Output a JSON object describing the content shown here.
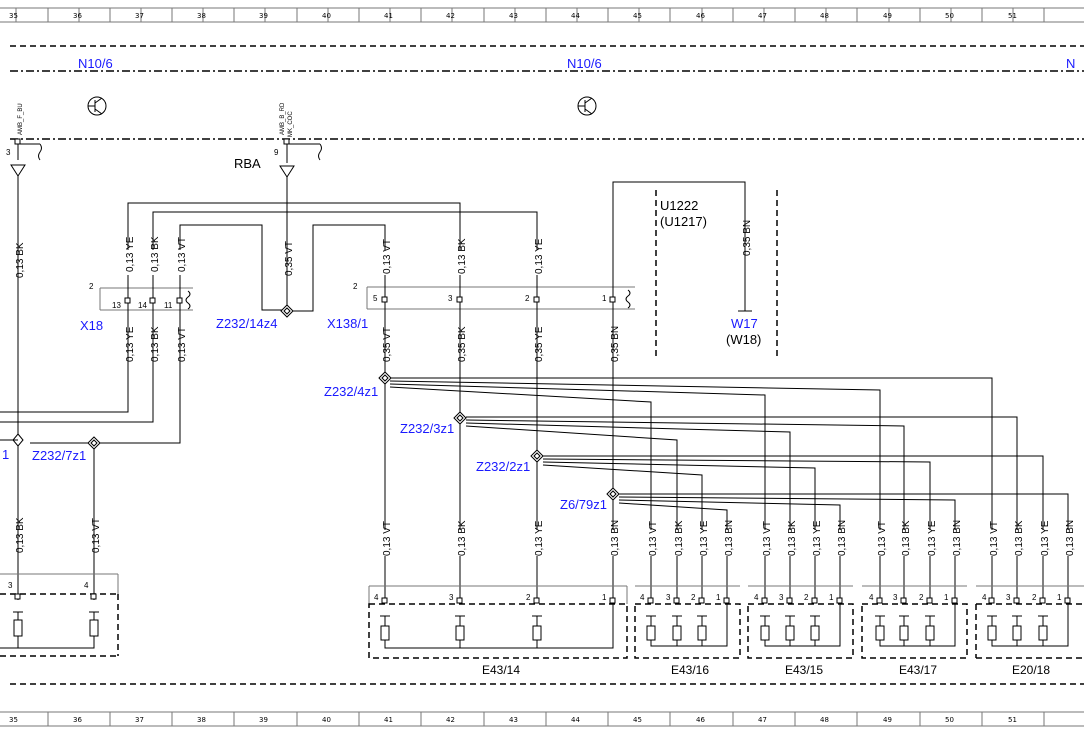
{
  "ruler": {
    "numbers": [
      "35",
      "36",
      "37",
      "38",
      "39",
      "40",
      "41",
      "42",
      "43",
      "44",
      "45",
      "46",
      "47",
      "48",
      "49",
      "50",
      "51"
    ]
  },
  "modules": {
    "left": "N10/6",
    "mid": "N10/6",
    "right_partial": "N"
  },
  "upper_tiny": {
    "amb_f_bu": "AMB_F_BU",
    "amb_b_rd": "AMB_B_RD",
    "mk_coc": "MK_COC",
    "pin3": "3",
    "pin9": "9"
  },
  "rba": "RBA",
  "u_labels": {
    "u1222": "U1222",
    "u1217": "(U1217)"
  },
  "w_labels": {
    "w17": "W17",
    "w18": "(W18)"
  },
  "connectors": {
    "x18": "X18",
    "x138": "X138/1",
    "x18_num": "2",
    "x138_num": "2"
  },
  "splices": {
    "z232_14z4": "Z232/14z4",
    "z232_7z1": "Z232/7z1",
    "z232_4z1": "Z232/4z1",
    "z232_3z1": "Z232/3z1",
    "z232_2z1": "Z232/2z1",
    "z6_79z1": "Z6/79z1",
    "left_cut": "1"
  },
  "wires": {
    "w_left_bk": "0,13 BK",
    "w_x18_ye": "0,13 YE",
    "w_x18_bk": "0,13 BK",
    "w_x18_vt": "0,13 VT",
    "w_rba_vt": "0,35 VT",
    "w_x138_vt": "0,13 VT",
    "w_x138_bk": "0,13 BK",
    "w_x138_ye": "0,13 YE",
    "w_w17_bn": "0,35 BN",
    "w_x18_ye_lo": "0,13 YE",
    "w_x18_bk_lo": "0,13 BK",
    "w_x18_vt_lo": "0,13 VT",
    "w_x138_vt_lo": "0,35 VT",
    "w_x138_bk_lo": "0,35 BK",
    "w_x138_ye_lo": "0,35 YE",
    "w_x138_bn_lo": "0,35 BN",
    "w_bot_left_bk": "0,13 BK",
    "w_bot_left_vt": "0,13 VT",
    "e4314_vt": "0,13 VT",
    "e4314_bk": "0,13 BK",
    "e4314_ye": "0,13 YE",
    "e4314_bn": "0,13 BN",
    "e4316_vt": "0,13 VT",
    "e4316_bk": "0,13 BK",
    "e4316_ye": "0,13 YE",
    "e4316_bn": "0,13 BN",
    "e4315_vt": "0,13 VT",
    "e4315_bk": "0,13 BK",
    "e4315_ye": "0,13 YE",
    "e4315_bn": "0,13 BN",
    "e4317_vt": "0,13 VT",
    "e4317_bk": "0,13 BK",
    "e4317_ye": "0,13 YE",
    "e4317_bn": "0,13 BN",
    "e2018_vt": "0,13 VT",
    "e2018_bk": "0,13 BK",
    "e2018_ye": "0,13 YE",
    "e2018_bn": "0,13 BN"
  },
  "pins": {
    "x18_13": "13",
    "x18_14": "14",
    "x18_11": "11",
    "x138_5": "5",
    "x138_3": "3",
    "x138_2": "2",
    "x138_1": "1",
    "left_3": "3",
    "left_4": "4",
    "n4": "4",
    "n3": "3",
    "n2": "2",
    "n1": "1"
  },
  "components": {
    "e43_14": "E43/14",
    "e43_16": "E43/16",
    "e43_15": "E43/15",
    "e43_17": "E43/17",
    "e20_18": "E20/18"
  }
}
